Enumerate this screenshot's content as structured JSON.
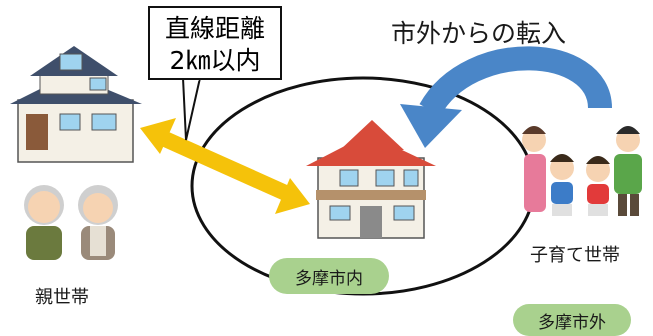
{
  "distance_box": {
    "line1": "直線距離",
    "line2": "2㎞以内"
  },
  "transfer_label": "市外からの転入",
  "parent_label": "親世帯",
  "child_label": "子育て世帯",
  "inside_label": "多摩市内",
  "outside_label": "多摩市外",
  "colors": {
    "arrow_yellow": "#f5c20a",
    "arrow_blue": "#4a86c8",
    "pill_green": "#a9d18e",
    "roof_red": "#d84b3a",
    "roof_blue": "#3f4f6b"
  }
}
